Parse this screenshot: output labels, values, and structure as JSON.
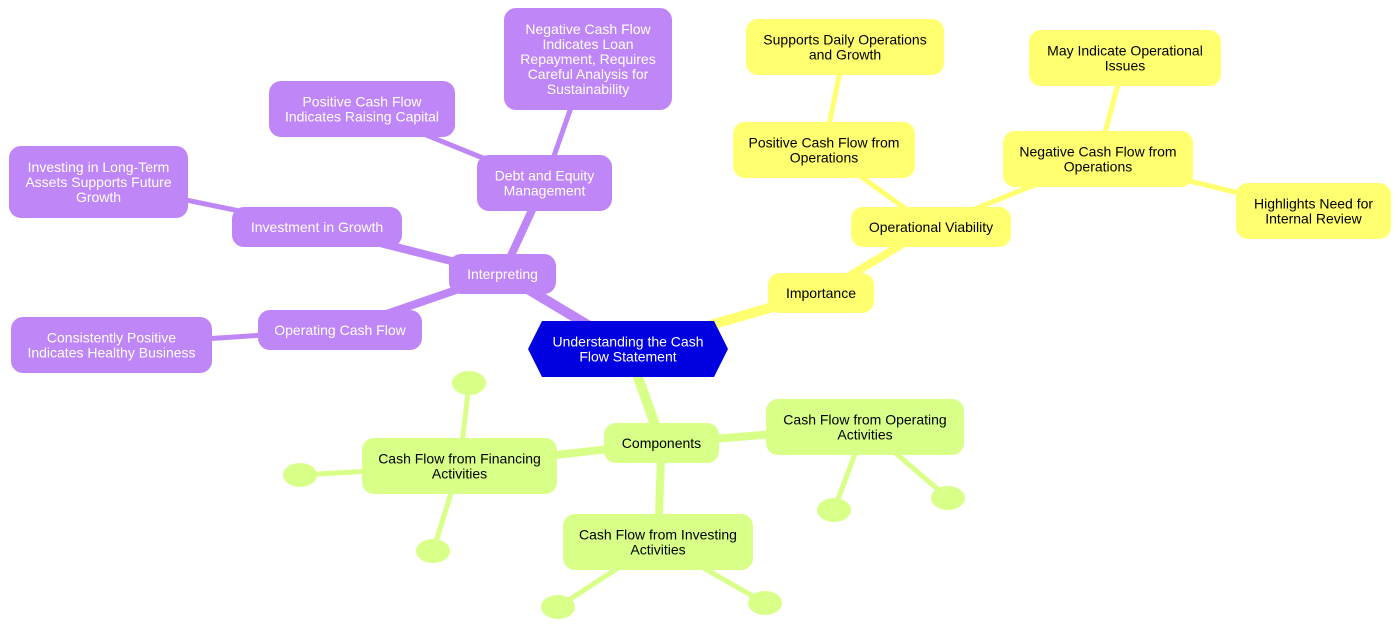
{
  "colors": {
    "root": "#0000e0",
    "root_text": "#ffffff",
    "purple": "#bf86f7",
    "purple_text": "#ffffff",
    "yellow": "#ffff70",
    "yellow_text": "#000000",
    "green": "#d8ff88",
    "green_text": "#000000"
  },
  "mindmap": {
    "root": {
      "id": "root",
      "lines": [
        "Understanding the Cash",
        "Flow Statement"
      ]
    },
    "nodes": [
      {
        "id": "importance",
        "parent": "root",
        "branch": "yellow",
        "lines": [
          "Importance"
        ]
      },
      {
        "id": "op_viability",
        "parent": "importance",
        "branch": "yellow",
        "lines": [
          "Operational Viability"
        ]
      },
      {
        "id": "pos_ops",
        "parent": "op_viability",
        "branch": "yellow",
        "lines": [
          "Positive Cash Flow from",
          "Operations"
        ]
      },
      {
        "id": "supports_daily",
        "parent": "pos_ops",
        "branch": "yellow",
        "lines": [
          "Supports Daily Operations",
          "and Growth"
        ]
      },
      {
        "id": "neg_ops",
        "parent": "op_viability",
        "branch": "yellow",
        "lines": [
          "Negative Cash Flow from",
          "Operations"
        ]
      },
      {
        "id": "may_indicate",
        "parent": "neg_ops",
        "branch": "yellow",
        "lines": [
          "May Indicate Operational",
          "Issues"
        ]
      },
      {
        "id": "highlights",
        "parent": "neg_ops",
        "branch": "yellow",
        "lines": [
          "Highlights Need for",
          "Internal Review"
        ]
      },
      {
        "id": "interpreting",
        "parent": "root",
        "branch": "purple",
        "lines": [
          "Interpreting"
        ]
      },
      {
        "id": "debt_equity",
        "parent": "interpreting",
        "branch": "purple",
        "lines": [
          "Debt and Equity",
          "Management"
        ]
      },
      {
        "id": "neg_cash_loan",
        "parent": "debt_equity",
        "branch": "purple",
        "lines": [
          "Negative Cash Flow",
          "Indicates Loan",
          "Repayment, Requires",
          "Careful Analysis for",
          "Sustainability"
        ]
      },
      {
        "id": "pos_raising",
        "parent": "debt_equity",
        "branch": "purple",
        "lines": [
          "Positive Cash Flow",
          "Indicates Raising Capital"
        ]
      },
      {
        "id": "inv_growth",
        "parent": "interpreting",
        "branch": "purple",
        "lines": [
          "Investment in Growth"
        ]
      },
      {
        "id": "inv_longterm",
        "parent": "inv_growth",
        "branch": "purple",
        "lines": [
          "Investing in Long-Term",
          "Assets Supports Future",
          "Growth"
        ]
      },
      {
        "id": "op_cash_flow",
        "parent": "interpreting",
        "branch": "purple",
        "lines": [
          "Operating Cash Flow"
        ]
      },
      {
        "id": "consistently_pos",
        "parent": "op_cash_flow",
        "branch": "purple",
        "lines": [
          "Consistently Positive",
          "Indicates Healthy Business"
        ]
      },
      {
        "id": "components",
        "parent": "root",
        "branch": "green",
        "lines": [
          "Components"
        ]
      },
      {
        "id": "cf_operating",
        "parent": "components",
        "branch": "green",
        "lines": [
          "Cash Flow from Operating",
          "Activities"
        ]
      },
      {
        "id": "cf_operating_leaf1",
        "parent": "cf_operating",
        "branch": "green",
        "lines": []
      },
      {
        "id": "cf_operating_leaf2",
        "parent": "cf_operating",
        "branch": "green",
        "lines": []
      },
      {
        "id": "cf_financing",
        "parent": "components",
        "branch": "green",
        "lines": [
          "Cash Flow from Financing",
          "Activities"
        ]
      },
      {
        "id": "cf_financing_leaf1",
        "parent": "cf_financing",
        "branch": "green",
        "lines": []
      },
      {
        "id": "cf_financing_leaf2",
        "parent": "cf_financing",
        "branch": "green",
        "lines": []
      },
      {
        "id": "cf_financing_leaf3",
        "parent": "cf_financing",
        "branch": "green",
        "lines": []
      },
      {
        "id": "cf_investing",
        "parent": "components",
        "branch": "green",
        "lines": [
          "Cash Flow from Investing",
          "Activities"
        ]
      },
      {
        "id": "cf_investing_leaf1",
        "parent": "cf_investing",
        "branch": "green",
        "lines": []
      },
      {
        "id": "cf_investing_leaf2",
        "parent": "cf_investing",
        "branch": "green",
        "lines": []
      }
    ]
  }
}
